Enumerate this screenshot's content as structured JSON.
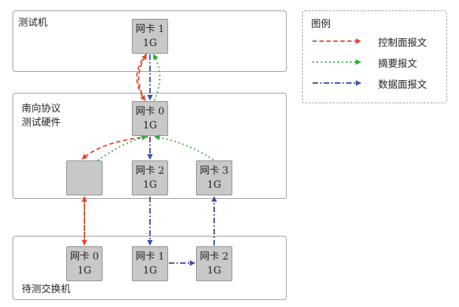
{
  "boxes": {
    "tester": "测试机",
    "hardware": "南向协议\n测试硬件",
    "switch": "待测交换机"
  },
  "nics": {
    "tester_nic1": {
      "name": "网卡 1",
      "speed": "1G"
    },
    "hw_nic0": {
      "name": "网卡 0",
      "speed": "1G"
    },
    "hw_nic2": {
      "name": "网卡 2",
      "speed": "1G"
    },
    "hw_nic3": {
      "name": "网卡 3",
      "speed": "1G"
    },
    "sw_nic0": {
      "name": "网卡 0",
      "speed": "1G"
    },
    "sw_nic1": {
      "name": "网卡 1",
      "speed": "1G"
    },
    "sw_nic2": {
      "name": "网卡 2",
      "speed": "1G"
    }
  },
  "legend": {
    "title": "图例",
    "items": [
      {
        "label": "控制面报文",
        "color": "#e04a2f",
        "style": "dashed"
      },
      {
        "label": "摘要报文",
        "color": "#2fae3c",
        "style": "dotted"
      },
      {
        "label": "数据面报文",
        "color": "#3c4fa8",
        "style": "dashdot"
      }
    ]
  }
}
